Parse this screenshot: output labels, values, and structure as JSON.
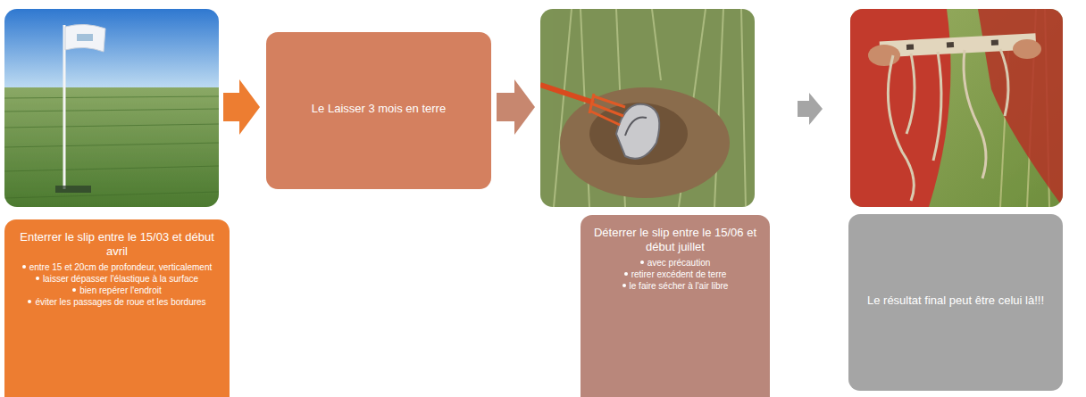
{
  "diagram": {
    "nodes": [
      {
        "text": [
          "Enterrer le slip entre le 15/03 et début avril",
          "entre 15 et 20cm de profondeur, verticalement",
          "laisser dépasser l'élastique à la surface",
          "bien repérer l'endroit",
          "éviter les passages de roue et les bordures"
        ]
      },
      {
        "text": [
          "Le Laisser 3 mois en terre"
        ]
      },
      {
        "text": [
          "Déterrer le slip entre le 15/06 et début juillet",
          "avec précaution",
          "retirer excédent de terre",
          "le faire sécher à l'air libre"
        ]
      },
      {
        "text": [
          "Le résultat final peut être celui là!!!"
        ]
      }
    ]
  }
}
